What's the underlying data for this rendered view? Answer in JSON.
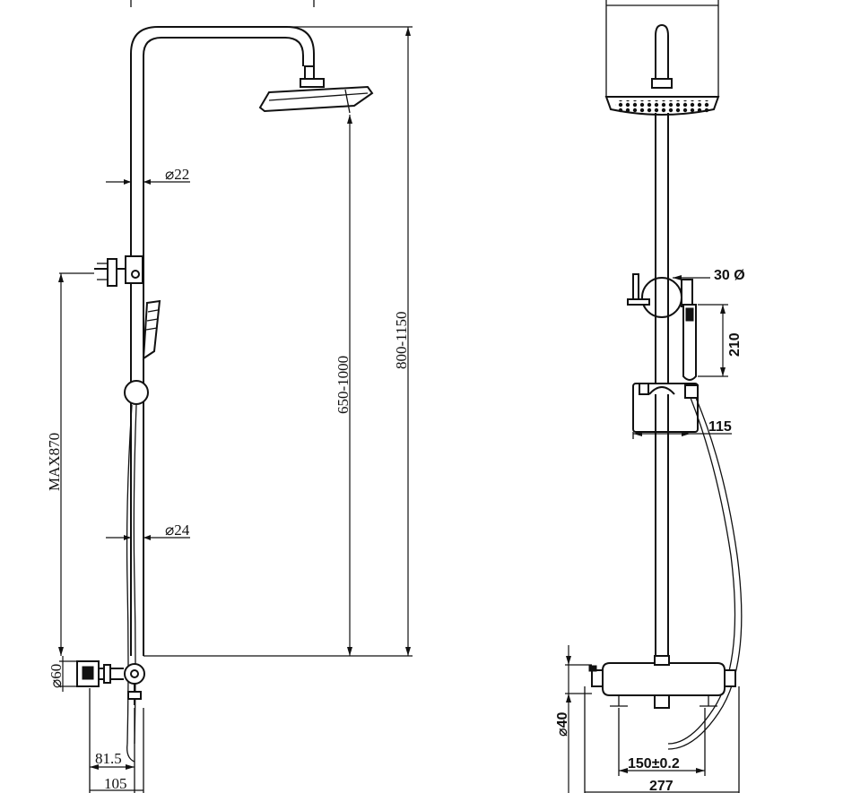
{
  "dimensions": {
    "side_view": {
      "upper_pipe_diameter": "⌀22",
      "lower_pipe_diameter": "⌀24",
      "slider_max_height": "MAX870",
      "head_height_range": "650-1000",
      "overall_height_range": "800-1150",
      "inlet_diameter": "⌀60",
      "valve_offset": "81.5",
      "wall_projection": "105"
    },
    "front_view": {
      "holder_diameter": "30 Ø",
      "handshower_length": "210",
      "slider_offset": "115",
      "valve_diameter": "⌀40",
      "inlet_spacing": "150±0.2",
      "valve_width": "277"
    }
  }
}
